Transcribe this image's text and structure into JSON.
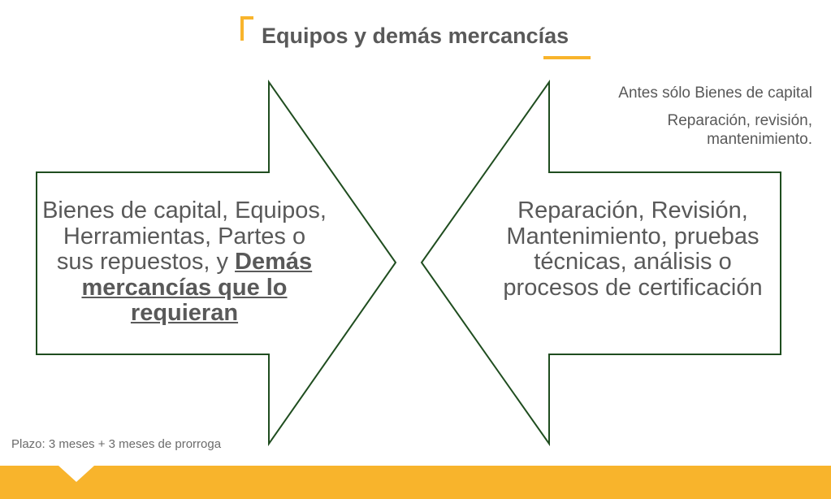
{
  "slide": {
    "title": "Equipos y demás mercancías",
    "notes": {
      "line1": "Antes sólo Bienes de capital",
      "line2": "Reparación, revisión, mantenimiento."
    },
    "left_arrow": {
      "text_plain": "Bienes de capital, Equipos, Herramientas, Partes o sus repuestos, y ",
      "text_emphasis": "Demás mercancías que lo requieran"
    },
    "right_arrow": {
      "text": "Reparación, Revisión, Mantenimiento, pruebas técnicas, análisis o procesos de certificación"
    },
    "footnote": "Plazo: 3 meses + 3 meses de prorroga"
  },
  "colors": {
    "accent": "#f8b42c",
    "arrow_stroke": "#1f4d1f",
    "text": "#595959"
  }
}
